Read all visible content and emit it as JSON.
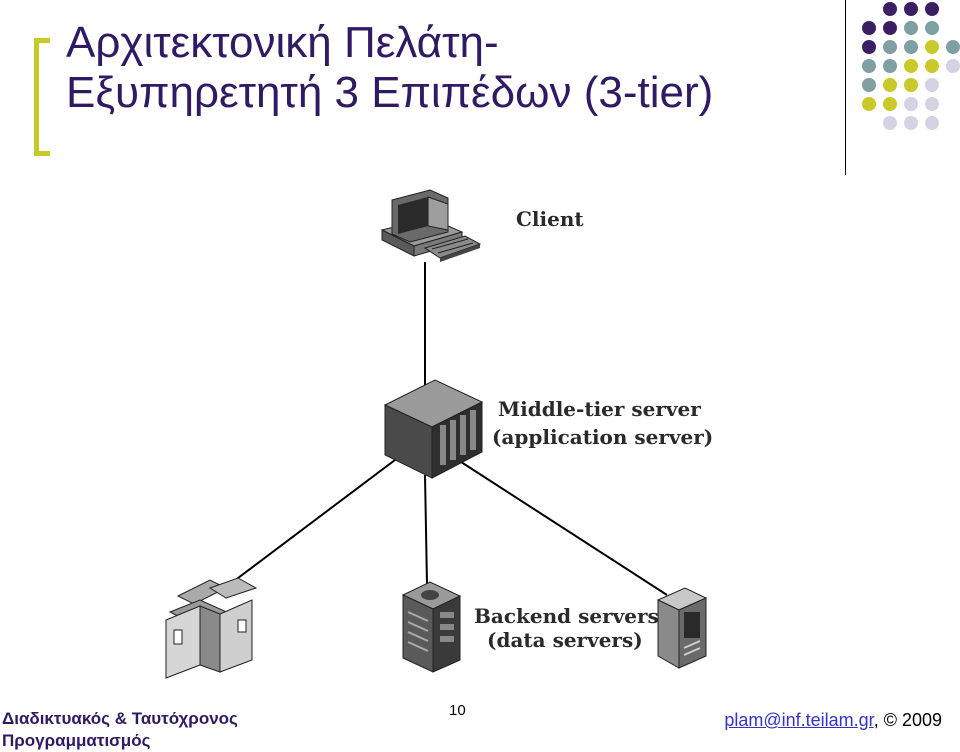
{
  "slide": {
    "title_line1": "Αρχιτεκτονική Πελάτη-",
    "title_line2": "Εξυπηρετητή 3 Επιπέδων (3-tier)",
    "page_number": "10"
  },
  "diagram": {
    "nodes": {
      "client": "Client",
      "middle_line1": "Middle-tier server",
      "middle_line2": "(application server)",
      "backend_line1": "Backend servers",
      "backend_line2": "(data servers)"
    },
    "connection_color": "#000000"
  },
  "footer": {
    "course_line1": "Διαδικτυακός & Ταυτόχρονος",
    "course_line2": "Προγραμματισμός",
    "email": "plam@inf.teilam.gr",
    "copyright": ", © 2009"
  },
  "colors": {
    "title": "#2f1a63",
    "bracket": "#c9c92a",
    "dot_purple": "#3b1f63",
    "dot_teal": "#7f9fa2",
    "dot_yellow": "#c9c92a",
    "dot_lavender": "#d4d2e3",
    "link": "#3333cc"
  }
}
